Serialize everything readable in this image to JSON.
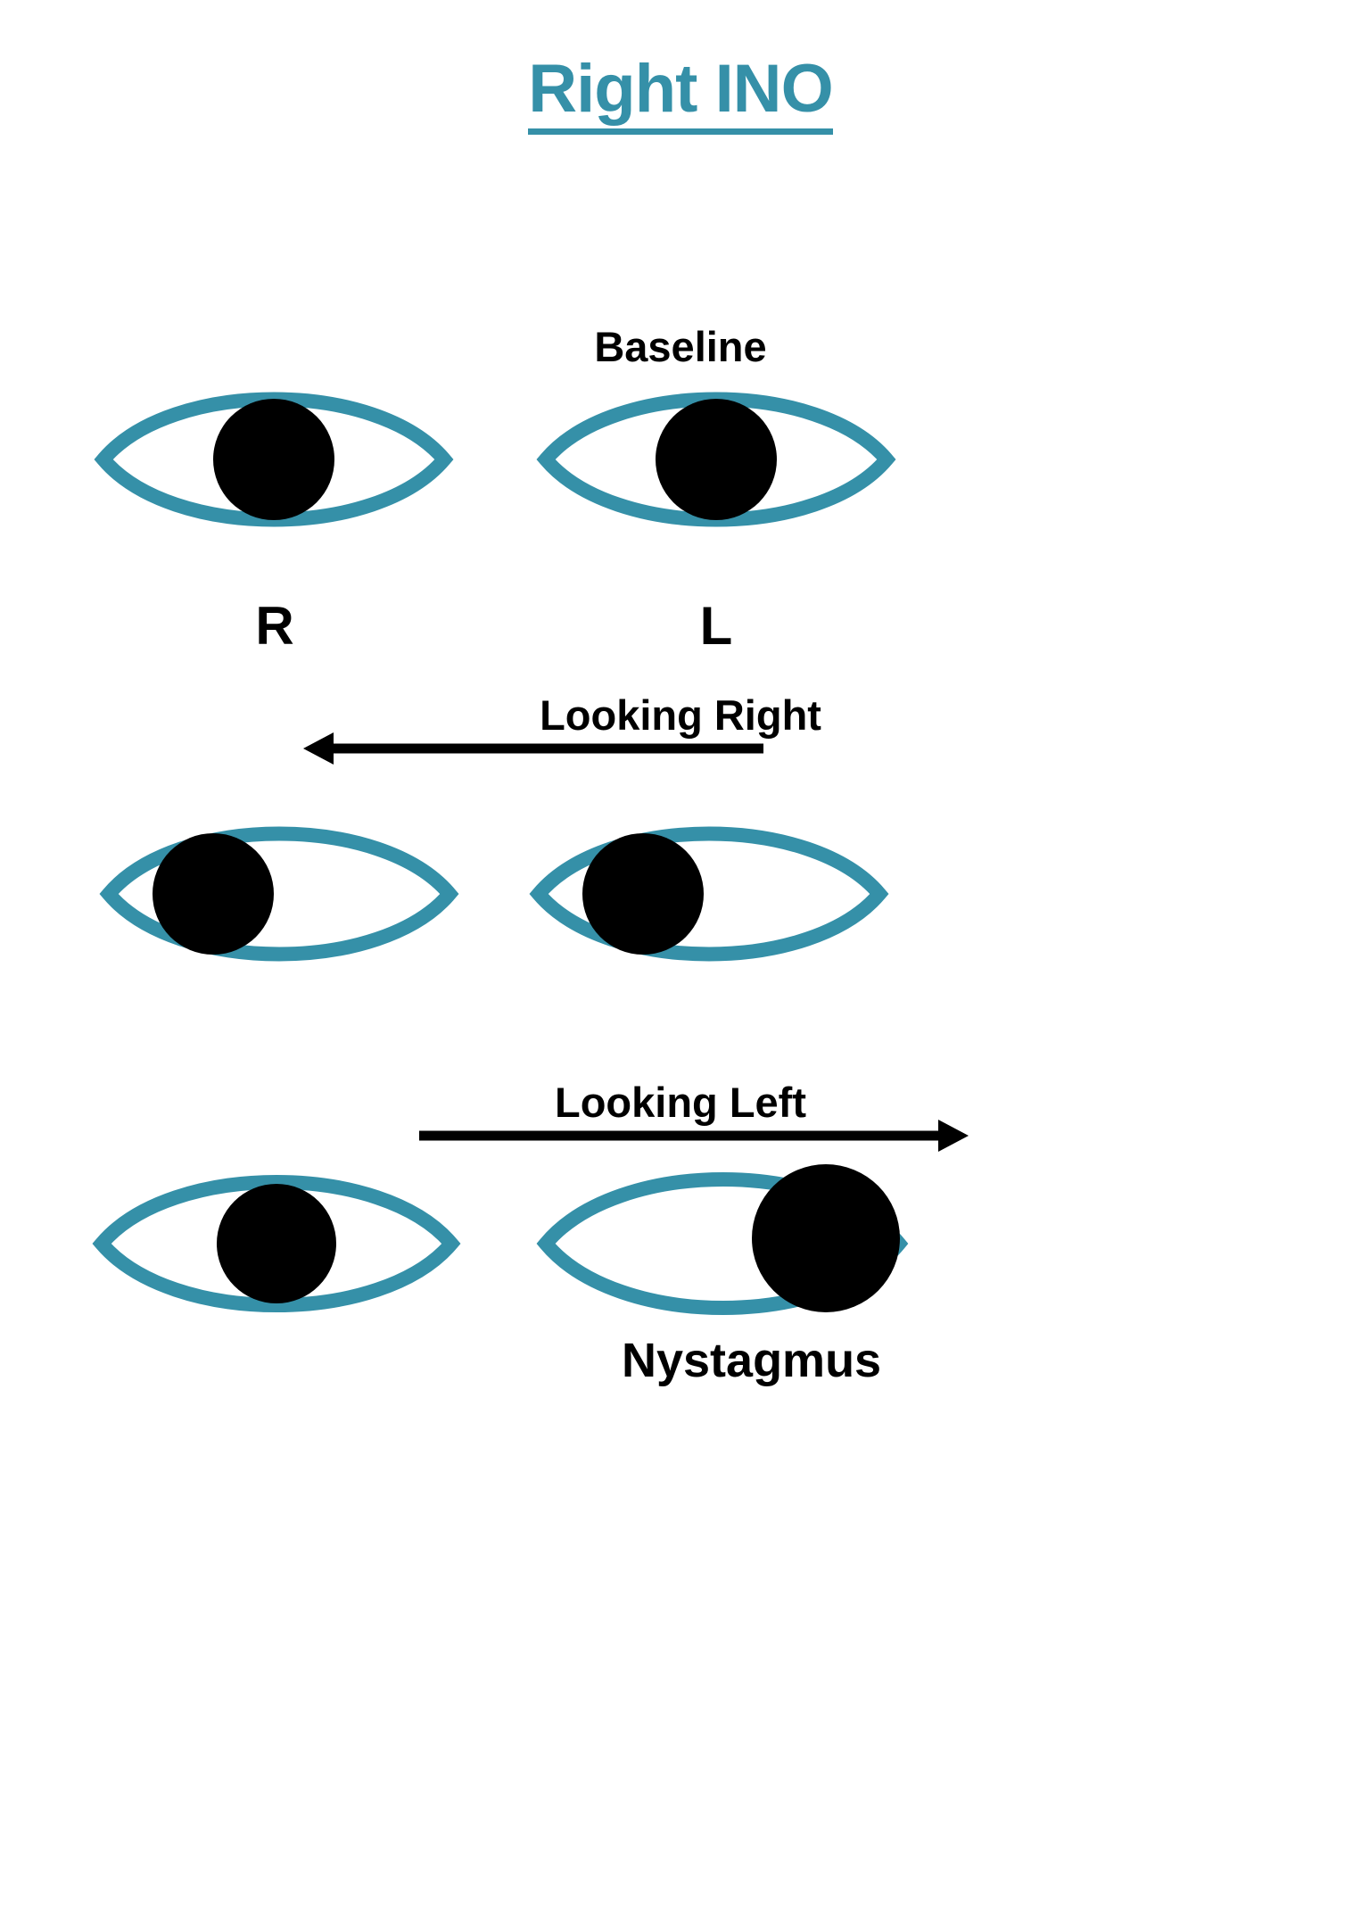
{
  "page": {
    "title": "Right INO",
    "background_color": "#ffffff",
    "accent_color": "#3590A8",
    "pupil_color": "#000000",
    "text_color": "#000000"
  },
  "rows": [
    {
      "id": "baseline",
      "label": "Baseline",
      "eyes": [
        {
          "side": "R",
          "side_label": "R",
          "gaze": "center",
          "pupil_offset_pct": 0,
          "pupil_scale": 1.0
        },
        {
          "side": "L",
          "side_label": "L",
          "gaze": "center",
          "pupil_offset_pct": 0,
          "pupil_scale": 1.0
        }
      ]
    },
    {
      "id": "looking-right",
      "label": "Looking Right",
      "arrow_direction": "left",
      "eyes": [
        {
          "side": "R",
          "gaze": "right",
          "pupil_offset_pct": -38,
          "pupil_scale": 1.0
        },
        {
          "side": "L",
          "gaze": "right",
          "pupil_offset_pct": -38,
          "pupil_scale": 1.0
        }
      ]
    },
    {
      "id": "looking-left",
      "label": "Looking Left",
      "arrow_direction": "right",
      "caption": "Nystagmus",
      "eyes": [
        {
          "side": "R",
          "gaze": "center-failed-adduction",
          "pupil_offset_pct": 0,
          "pupil_scale": 1.0
        },
        {
          "side": "L",
          "gaze": "left",
          "pupil_offset_pct": 42,
          "pupil_scale": 1.22
        }
      ]
    }
  ]
}
